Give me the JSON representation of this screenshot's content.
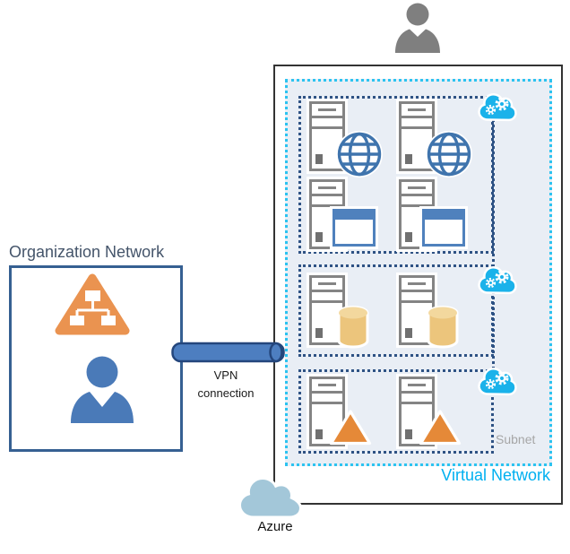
{
  "organization_network": {
    "title": "Organization Network"
  },
  "vpn": {
    "label": "VPN connection"
  },
  "virtual_network": {
    "label": "Virtual Network",
    "subnet_label": "Subnet"
  },
  "azure": {
    "label": "Azure"
  },
  "colors": {
    "org_border": "#366092",
    "org_title": "#44546a",
    "virtual_network_accent": "#00b0f0",
    "cyan_dotted_border": "#2cc3f0",
    "subnet_dotted_border": "#2e5284",
    "panel_fill": "#e9eef5",
    "server_gray": "#848484",
    "web_globe_blue": "#3f74ad",
    "app_window_blue": "#4f81bd",
    "database_tan": "#ecc57c",
    "worker_triangle_orange": "#e58938",
    "directory_triangle_orange": "#ea9350",
    "person_blue": "#4a7ab8",
    "person_gray": "#7f7f7f",
    "cloud_service_cyan": "#1ab2ea",
    "azure_cloud_blue": "#a3c7d9",
    "vpn_pipe_blue": "#4d7ec0",
    "outer_box_border": "#333333"
  }
}
